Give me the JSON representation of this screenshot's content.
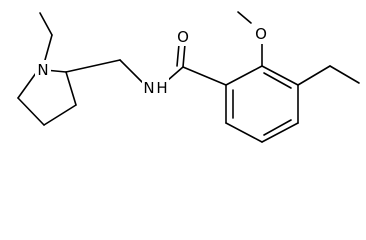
{
  "molecule": {
    "atom_labels": {
      "nitrogen_ring": "N",
      "nitrogen_amide": "N",
      "hydrogen_amide": "H",
      "oxygen_carbonyl": "O",
      "oxygen_methoxy": "O"
    },
    "colors": {
      "bond": "#000000",
      "label": "#000000",
      "background": "#ffffff"
    }
  }
}
